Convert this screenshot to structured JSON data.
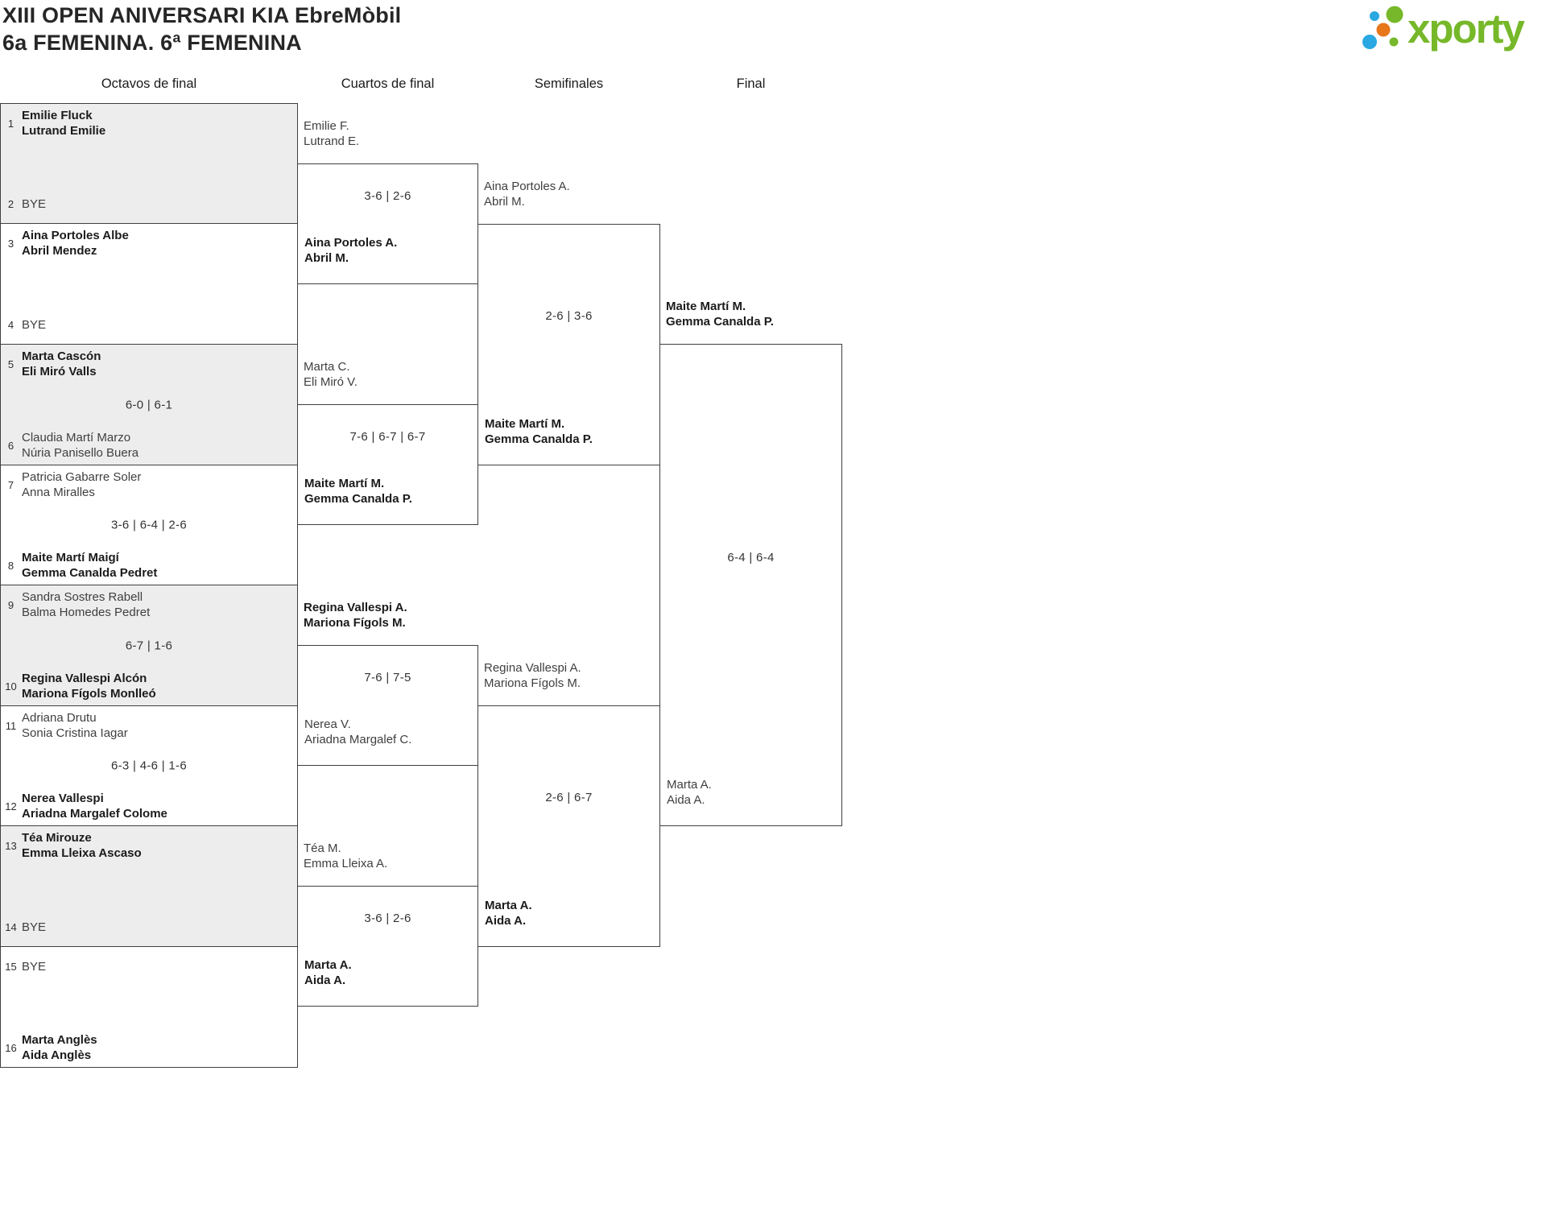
{
  "title": {
    "line1": "XIII OPEN ANIVERSARI KIA EbreMòbil",
    "line2": "6a FEMENINA. 6ª FEMENINA"
  },
  "logo": {
    "wordmark": "xporty",
    "colors": {
      "green": "#76b82a",
      "blue": "#29a8e1",
      "orange": "#e8761b"
    }
  },
  "rounds": {
    "r16": "Octavos de final",
    "qf": "Cuartos de final",
    "sf": "Semifinales",
    "f": "Final"
  },
  "r16_matches": [
    {
      "seed1": "1",
      "team1": "Emilie Fluck\nLutrand Emilie",
      "seed2": "2",
      "team2": "BYE",
      "score": ""
    },
    {
      "seed1": "3",
      "team1": "Aina Portoles Albe\nAbril Mendez",
      "seed2": "4",
      "team2": "BYE",
      "score": ""
    },
    {
      "seed1": "5",
      "team1": "Marta Cascón\nEli Miró Valls",
      "seed2": "6",
      "team2": "Claudia Martí Marzo\nNúria Panisello Buera",
      "score": "6-0 | 6-1"
    },
    {
      "seed1": "7",
      "team1": "Patricia Gabarre Soler\nAnna Miralles",
      "seed2": "8",
      "team2": "Maite Martí Maigí\nGemma Canalda Pedret",
      "score": "3-6 | 6-4 | 2-6"
    },
    {
      "seed1": "9",
      "team1": "Sandra Sostres Rabell\nBalma Homedes Pedret",
      "seed2": "10",
      "team2": "Regina Vallespi Alcón\nMariona Fígols Monlleó",
      "score": "6-7 | 1-6"
    },
    {
      "seed1": "11",
      "team1": "Adriana Drutu\nSonia Cristina Iagar",
      "seed2": "12",
      "team2": "Nerea Vallespi\nAriadna Margalef Colome",
      "score": "6-3 | 4-6 | 1-6"
    },
    {
      "seed1": "13",
      "team1": "Téa Mirouze\nEmma Lleixa Ascaso",
      "seed2": "14",
      "team2": "BYE",
      "score": ""
    },
    {
      "seed1": "15",
      "team1": "BYE",
      "seed2": "16",
      "team2": "Marta Anglès\nAida Anglès",
      "score": ""
    }
  ],
  "qf_matches": [
    {
      "top": "Emilie F.\nLutrand E.",
      "bottom": "Aina Portoles A.\nAbril M.",
      "score": "3-6 | 2-6"
    },
    {
      "top": "Marta C.\nEli Miró V.",
      "bottom": "Maite Martí M.\nGemma Canalda P.",
      "score": "7-6 | 6-7 | 6-7"
    },
    {
      "top": "Regina Vallespi A.\nMariona Fígols M.",
      "bottom": "Nerea V.\nAriadna Margalef C.",
      "score": "7-6 | 7-5"
    },
    {
      "top": "Téa M.\nEmma Lleixa A.",
      "bottom": "Marta A.\nAida A.",
      "score": "3-6 | 2-6"
    }
  ],
  "sf_matches": [
    {
      "top": "Aina Portoles A.\nAbril M.",
      "bottom": "Maite Martí M.\nGemma Canalda P.",
      "score": "2-6 | 3-6"
    },
    {
      "top": "Regina Vallespi A.\nMariona Fígols M.",
      "bottom": "Marta A.\nAida A.",
      "score": "2-6 | 6-7"
    }
  ],
  "final_match": {
    "top": "Maite Martí M.\nGemma Canalda P.",
    "bottom": "Marta A.\nAida A.",
    "score": "6-4 | 6-4"
  }
}
